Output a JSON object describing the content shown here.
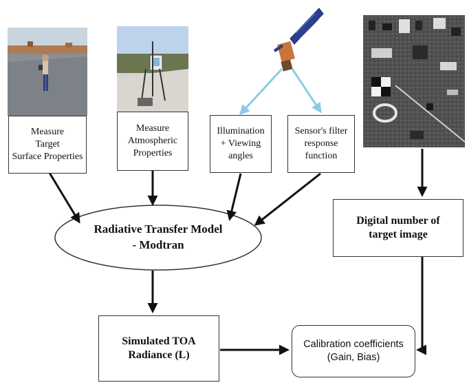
{
  "boxes": {
    "measure_surface": {
      "lines": [
        "Measure",
        "Target",
        "Surface Properties"
      ]
    },
    "measure_atmos": {
      "lines": [
        "Measure",
        "Atmospheric",
        "Properties"
      ]
    },
    "illumination": {
      "lines": [
        "Illumination",
        "+ Viewing",
        "angles"
      ]
    },
    "sensor_filter": {
      "lines": [
        "Sensor's filter",
        "response",
        "function"
      ]
    },
    "digital_number": {
      "lines": [
        "Digital number of",
        "target image"
      ]
    },
    "simulated_toa": {
      "lines": [
        "Simulated TOA",
        "Radiance (L)"
      ]
    },
    "calibration": {
      "lines": [
        "Calibration coefficients",
        "(Gain, Bias)"
      ]
    }
  },
  "model": {
    "lines": [
      "Radiative Transfer Model",
      "- Modtran"
    ]
  },
  "colors": {
    "arrow": "#111111",
    "sensor_arrow": "#8ccbe3",
    "satellite_panel": "#2a3f8f",
    "satellite_body": "#c9753a"
  },
  "icons": {
    "field_photo": "person-measuring-surface-photo",
    "instrument_photo": "sun-photometer-photo",
    "satellite": "satellite-icon",
    "satellite_image": "aerial-target-image"
  }
}
